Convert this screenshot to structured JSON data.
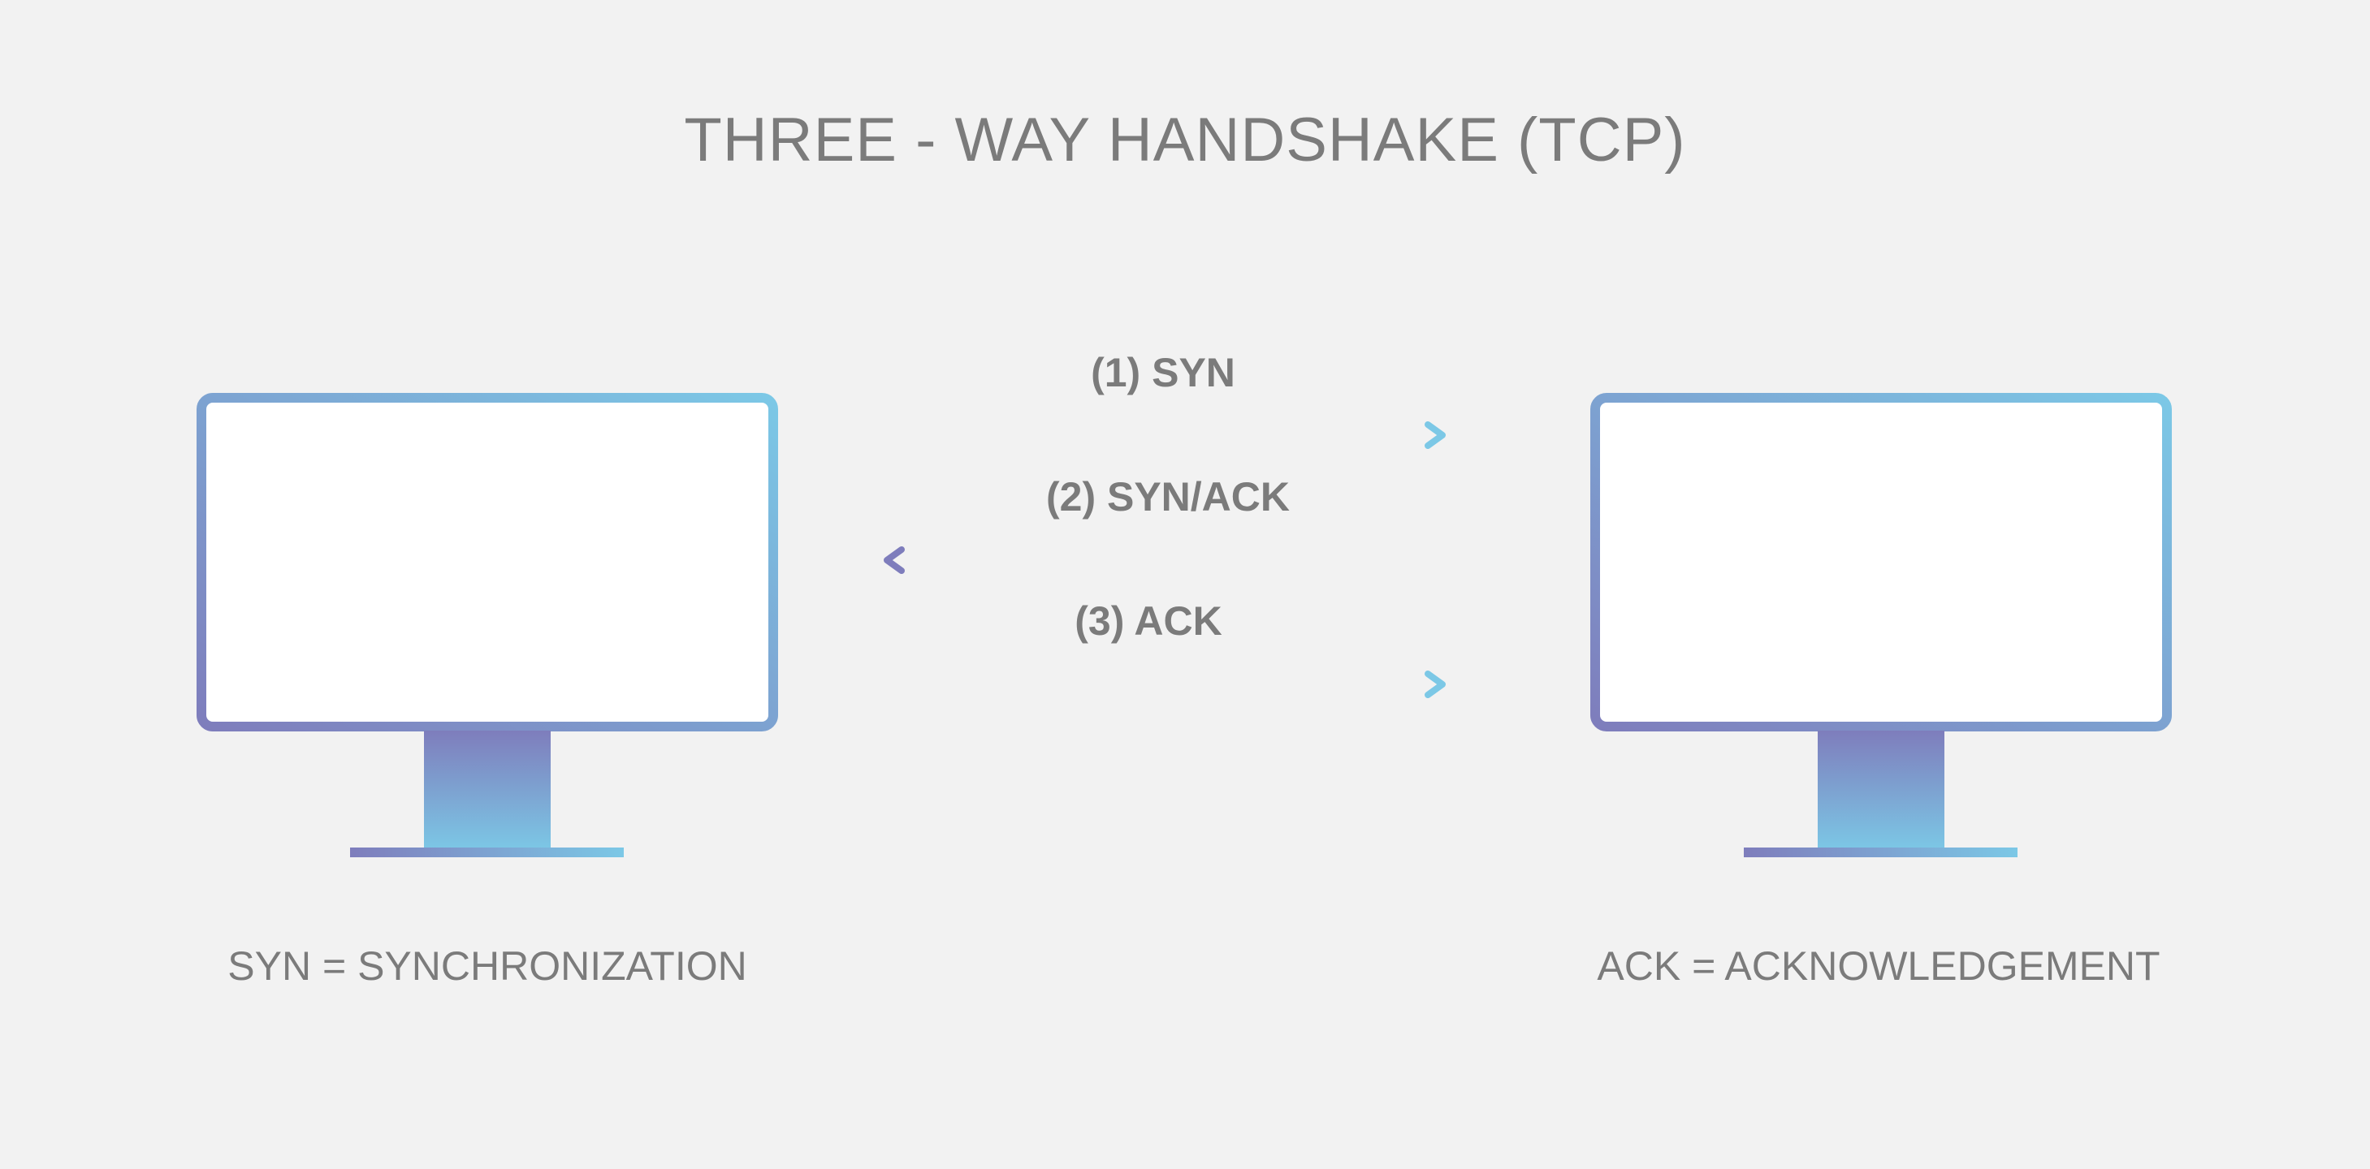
{
  "title": "THREE - WAY HANDSHAKE (TCP)",
  "colors": {
    "background": "#f2f2f2",
    "text": "#7b7b7b",
    "gradient_start": "#7e7dbc",
    "gradient_end": "#7cc8e6",
    "screen": "#ffffff"
  },
  "steps": [
    {
      "label": "(1) SYN",
      "direction": "right"
    },
    {
      "label": "(2) SYN/ACK",
      "direction": "left"
    },
    {
      "label": "(3) ACK",
      "direction": "right"
    }
  ],
  "legend": {
    "left": "SYN = SYNCHRONIZATION",
    "right": "ACK = ACKNOWLEDGEMENT"
  },
  "icons": {
    "left_computer": "monitor-icon",
    "right_computer": "monitor-icon"
  }
}
